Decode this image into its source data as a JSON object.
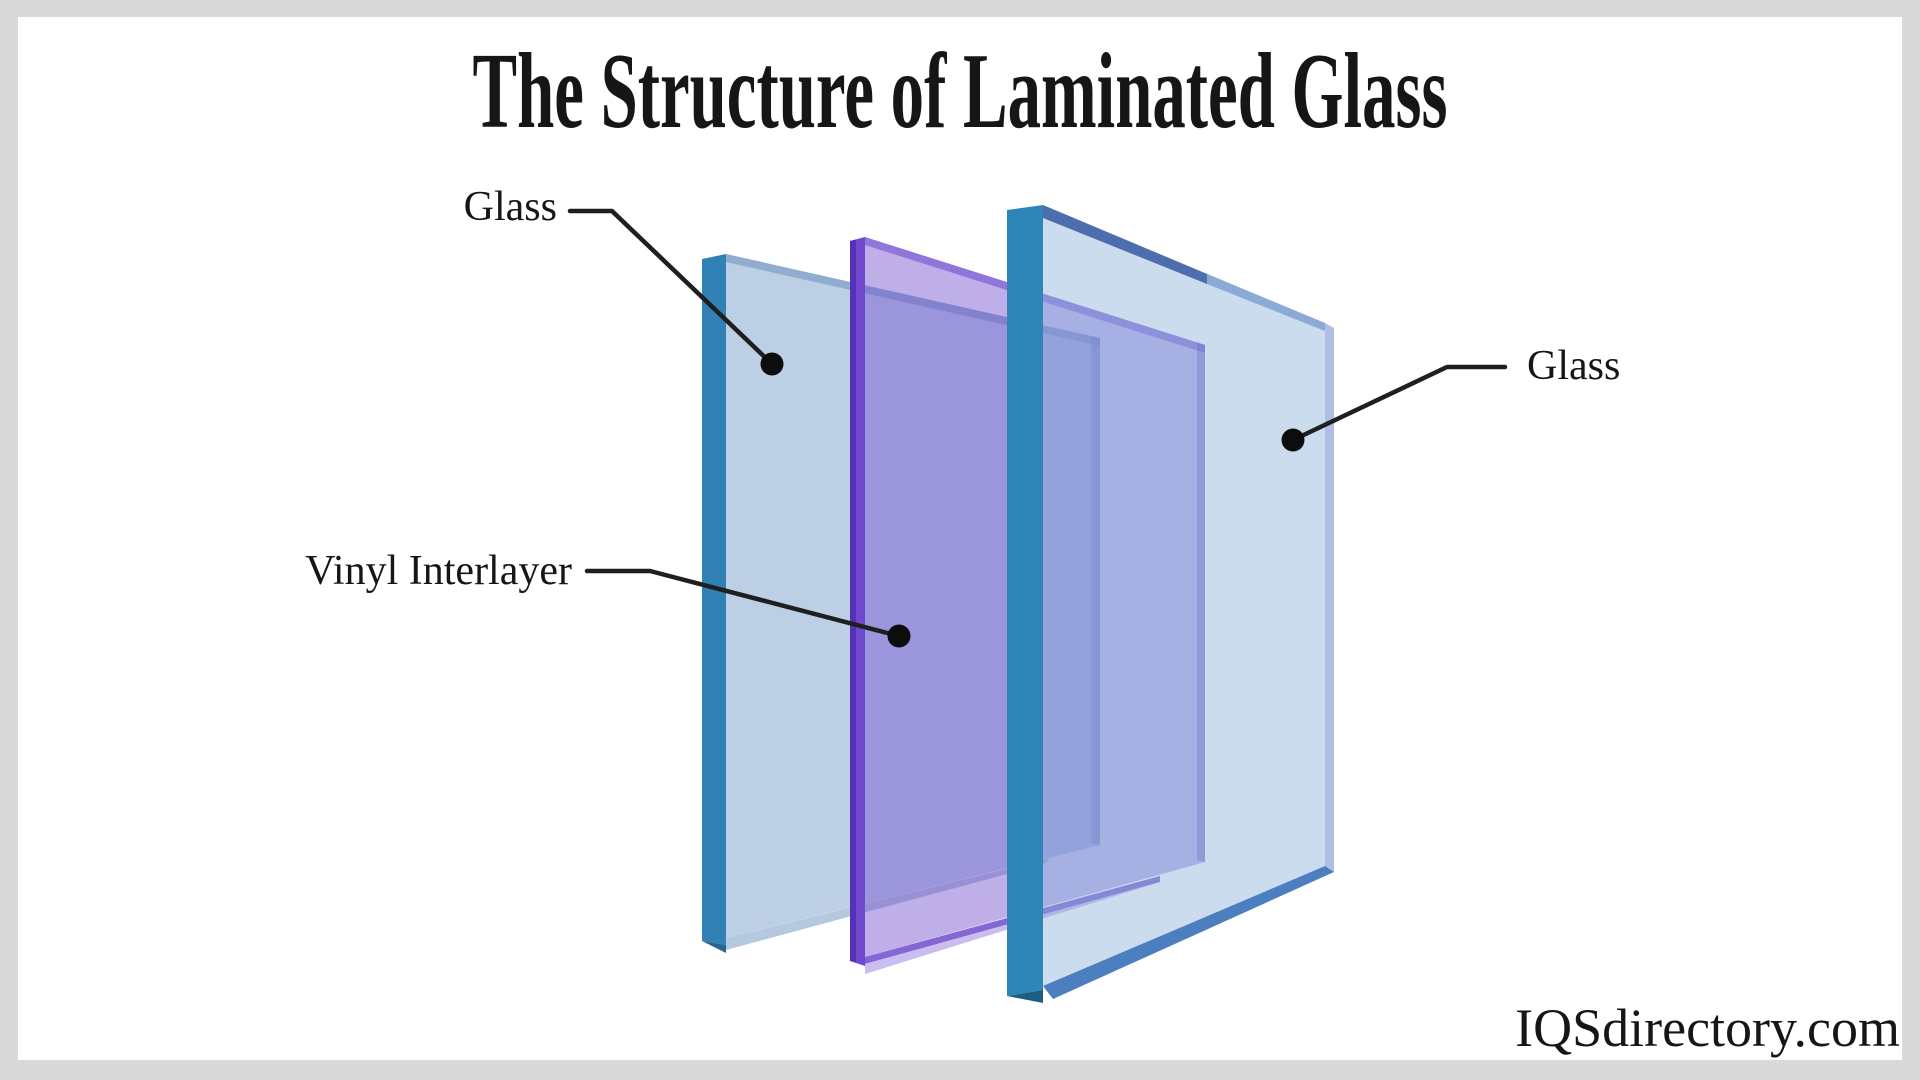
{
  "title": "The Structure of Laminated Glass",
  "watermark": "IQSdirectory.com",
  "labels": {
    "glass_left": "Glass",
    "vinyl": "Vinyl Interlayer",
    "glass_right": "Glass"
  },
  "diagram_layers": [
    "Glass",
    "Vinyl Interlayer",
    "Glass"
  ],
  "colors": {
    "frame_background": "#d9d9d9",
    "canvas": "#ffffff",
    "pane1_edge": "#3181b6",
    "pane1_edge_dark": "#26658f",
    "pane1_face": "rgba(126,163,205,0.52)",
    "pane1_top_bevel": "rgba(100,138,184,0.5)",
    "pane1_right_edge": "rgba(60,95,165,0.3)",
    "pane1_bottom_bevel": "#b5c9de",
    "pane2_edge": "#7048ce",
    "pane2_edge_dark": "#5531b7",
    "pane2_face": "rgba(115,80,207,0.46)",
    "pane2_top_bevel": "rgba(98,60,203,0.5)",
    "pane2_right_edge": "rgba(85,55,190,0.35)",
    "pane2_bottom_edge": "rgba(110,75,205,0.85)",
    "pane2_bottom_bevel": "rgba(196,182,238,0.9)",
    "pane3_edge": "#2e86b8",
    "pane3_edge_dark": "#1e5d84",
    "pane3_face": "rgba(138,178,218,0.45)",
    "pane3_top_bevel_dark": "rgba(33,74,153,0.75)",
    "pane3_top_bevel_light": "rgba(90,130,195,0.55)",
    "pane3_right_edge": "rgba(95,125,200,0.5)",
    "pane3_bottom_bevel": "rgba(45,105,180,0.85)",
    "leader_line": "#1f1f1f",
    "callout_dot": "#0d0d0d",
    "text": "#161616"
  }
}
